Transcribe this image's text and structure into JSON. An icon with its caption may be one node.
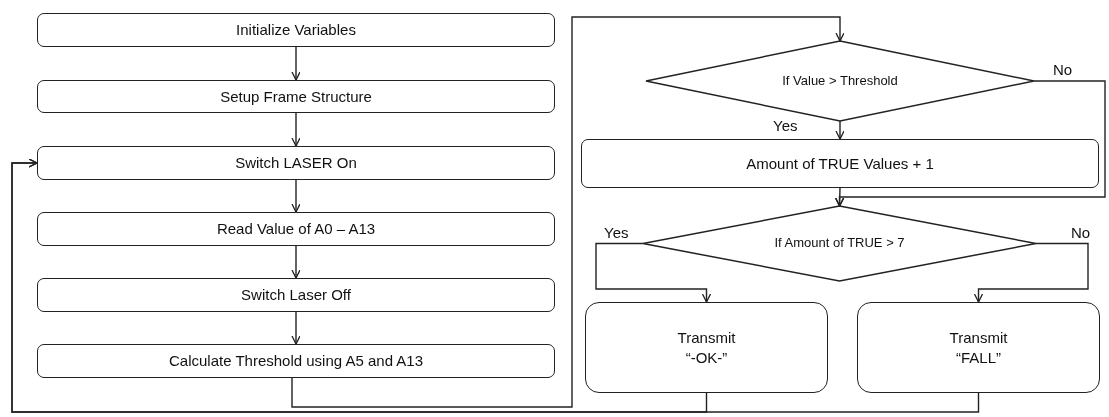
{
  "diagram": {
    "nodes": [
      {
        "text": [
          "Initialize Variables"
        ]
      },
      {
        "text": [
          "Setup Frame Structure"
        ]
      },
      {
        "text": [
          "Switch LASER On"
        ]
      },
      {
        "text": [
          "Read Value of A0 – A13"
        ]
      },
      {
        "text": [
          "Switch Laser Off"
        ]
      },
      {
        "text": [
          "Calculate Threshold using A5 and A13"
        ]
      },
      {
        "text": [
          "If Value > Threshold"
        ]
      },
      {
        "text": [
          "Amount of TRUE Values + 1"
        ]
      },
      {
        "text": [
          "If Amount of TRUE > 7"
        ]
      },
      {
        "text": [
          "Transmit",
          "“-OK-”"
        ]
      },
      {
        "text": [
          "Transmit",
          "“FALL”"
        ]
      }
    ],
    "edges": [
      {
        "from": 0,
        "to": 1,
        "arrow": "to"
      },
      {
        "from": 1,
        "to": 2,
        "arrow": "to"
      },
      {
        "from": 2,
        "to": 3,
        "arrow": "to"
      },
      {
        "from": 3,
        "to": 4,
        "arrow": "to"
      },
      {
        "from": 4,
        "to": 5,
        "arrow": "to"
      },
      {
        "from": 5,
        "to": 6,
        "arrow": "to"
      },
      {
        "from": 6,
        "to": 7,
        "arrow": "to",
        "label": "Yes"
      },
      {
        "from": 6,
        "to": 8,
        "arrow": "to",
        "label": "No"
      },
      {
        "from": 7,
        "to": 8,
        "arrow": "to"
      },
      {
        "from": 8,
        "to": 9,
        "arrow": "to",
        "label": "Yes"
      },
      {
        "from": 8,
        "to": 10,
        "arrow": "to",
        "label": "No"
      },
      {
        "from": 9,
        "to": 2,
        "arrow": "to"
      },
      {
        "from": 10,
        "to": 2,
        "arrow": "to"
      }
    ]
  }
}
